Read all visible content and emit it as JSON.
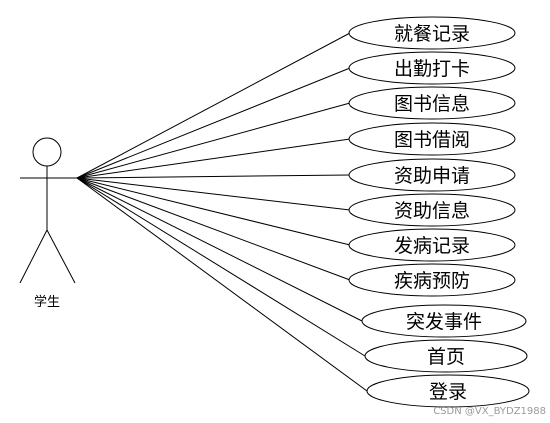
{
  "actor": {
    "label": "学生"
  },
  "use_cases": [
    {
      "label": "就餐记录"
    },
    {
      "label": "出勤打卡"
    },
    {
      "label": "图书信息"
    },
    {
      "label": "图书借阅"
    },
    {
      "label": "资助申请"
    },
    {
      "label": "资助信息"
    },
    {
      "label": "发病记录"
    },
    {
      "label": "疾病预防"
    },
    {
      "label": "突发事件"
    },
    {
      "label": "首页"
    },
    {
      "label": "登录"
    }
  ],
  "watermark": "CSDN @VX_BYDZ1988",
  "colors": {
    "stroke": "#000000",
    "background": "#ffffff"
  }
}
